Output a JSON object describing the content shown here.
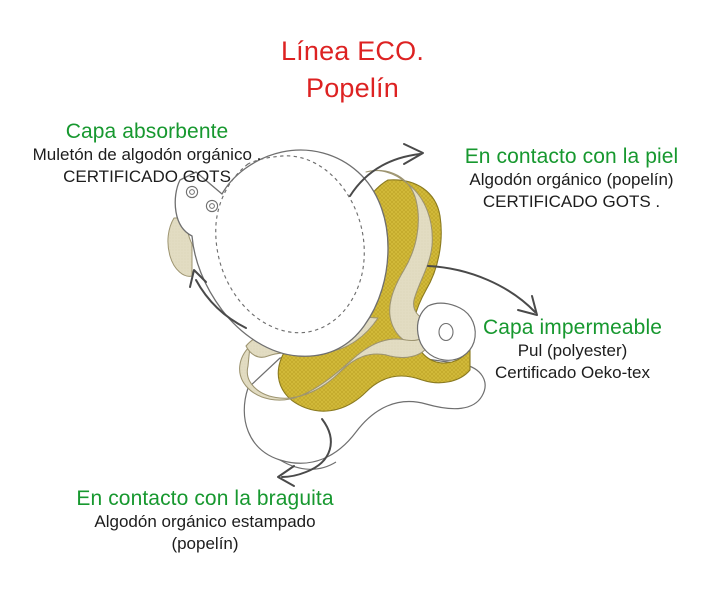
{
  "title": {
    "line1": "Línea ECO.",
    "line2": "Popelín",
    "color": "#dd2222"
  },
  "colors": {
    "heading_green": "#17982f",
    "body_text": "#1d1d1d",
    "background": "#ffffff",
    "outline": "#5a5a5a",
    "arrow": "#4a4a4a",
    "layer_white": "#ffffff",
    "layer_beige": "#e2dcc2",
    "layer_yellow": "#d5bd3c",
    "layer_yellow_dark": "#c3a92c"
  },
  "labels": {
    "absorbente": {
      "heading": "Capa absorbente",
      "line1": "Muletón de algodón orgánico .",
      "line2": "CERTIFICADO GOTS"
    },
    "piel": {
      "heading": "En contacto con la piel",
      "line1": "Algodón orgánico (popelín)",
      "line2": "CERTIFICADO GOTS ."
    },
    "impermeable": {
      "heading": "Capa impermeable",
      "line1": "Pul (polyester)",
      "line2": "Certificado Oeko-tex"
    },
    "braguita": {
      "heading": "En contacto con la braguita",
      "line1": "Algodón orgánico estampado",
      "line2": "(popelín)"
    }
  },
  "illustration": {
    "name": "exploded-cloth-pad-layers",
    "layer_count": 4,
    "layers": [
      {
        "id": "top-skin-layer",
        "material": "Algodón orgánico (popelín)",
        "fill": "#ffffff"
      },
      {
        "id": "absorbent-layer",
        "material": "Muletón de algodón orgánico",
        "fill": "#e2dcc2"
      },
      {
        "id": "waterproof-layer",
        "material": "Pul (polyester)",
        "fill": "#d5bd3c"
      },
      {
        "id": "bottom-panty-layer",
        "material": "Algodón orgánico estampado (popelín)",
        "fill": "#ffffff"
      }
    ],
    "snap_count": 2
  },
  "arrows": [
    {
      "id": "arrow-to-piel",
      "points_to": "En contacto con la piel",
      "direction": "up-right"
    },
    {
      "id": "arrow-to-impermeable",
      "points_to": "Capa impermeable",
      "direction": "down-right"
    },
    {
      "id": "arrow-to-absorbente",
      "points_to": "Capa absorbente",
      "direction": "up-left"
    },
    {
      "id": "arrow-to-braguita",
      "points_to": "En contacto con la braguita",
      "direction": "down-left"
    }
  ]
}
